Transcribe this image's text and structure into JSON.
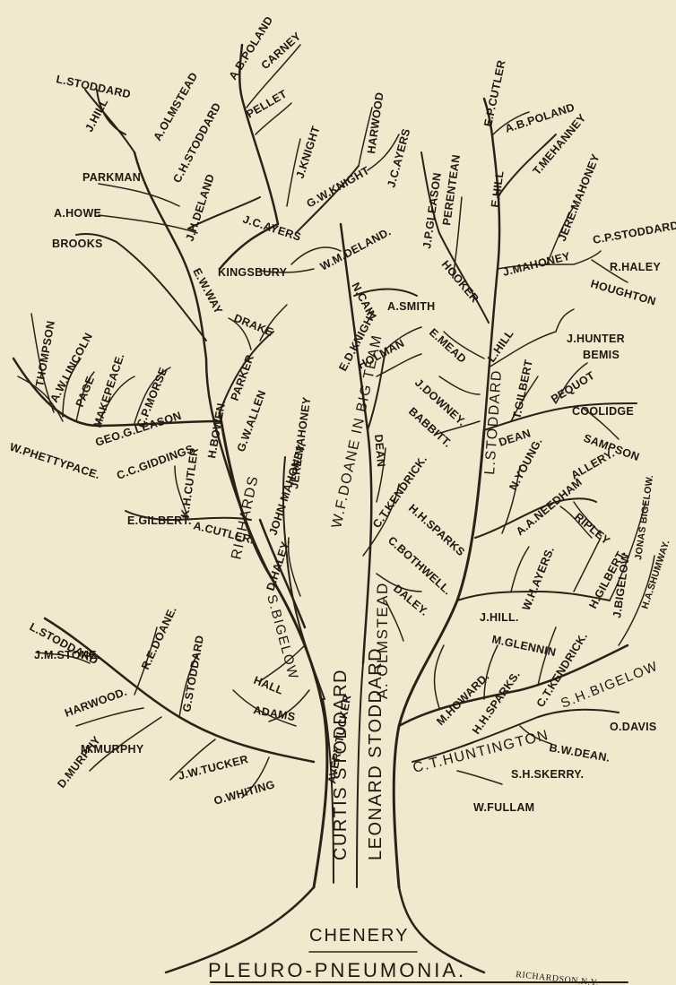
{
  "title": "PLEURO-PNEUMONIA.",
  "root": "CHENERY",
  "engraver": "RICHARDSON.N.Y.",
  "trunk_labels": {
    "curtis": "CURTIS STODDARD",
    "leonard": "LEONARD STODDARD",
    "avery": "AVERY TUCKER",
    "a_olmstead": "A. OLMSTEAD"
  },
  "names": {
    "l_stoddard_top": "L.STODDARD",
    "j_hill_top": "J.HILL",
    "a_olmstead_top": "A.OLMSTEAD",
    "ch_stoddard": "C.H.STODDARD",
    "ab_poland_top": "A.B.POLAND",
    "carney": "CARNEY",
    "pellet": "PELLET",
    "j_knight": "J.KNIGHT",
    "harwood_top": "HARWOOD",
    "jc_ayers_top": "J.C.AYERS",
    "parkman": "PARKMAN",
    "j_h_deland": "J.H.DELAND",
    "a_howe": "A.HOWE",
    "gw_knight": "G.W.KNIGHT",
    "brooks": "BROOKS",
    "jc_ayers_mid": "J.C.AYERS",
    "kingsbury": "KINGSBURY",
    "wm_deland": "W.M.DELAND.",
    "n_cain": "N.CAIN",
    "a_smith": "A.SMITH",
    "e_w_way": "E.W.WAY",
    "ed_knight": "E.D.KNIGHT",
    "holman": "HOLMAN",
    "drake": "DRAKE",
    "thompson": "THOMPSON",
    "aw_lincoln": "A.W.LINCOLN",
    "page": "PAGE",
    "makepeace": "MAKEPEACE.",
    "cp_morse": "C.P.MORSE",
    "parker": "PARKER",
    "h_bowen": "H.BOWEN.",
    "gw_allen": "G.W.ALLEN",
    "jere_mahoney_mid": "JERE.MAHONEY",
    "wf_doane": "W.F.DOANE IN BIG TEAM",
    "dean_mid": "DEAN",
    "geo_gleason": "GEO.G.LEASON",
    "w_phettypace": "W.PHETTYPACE.",
    "cc_giddings": "C.C.GIDDINGS",
    "kh_cutler": "K.H.CUTLER",
    "richards": "RICHARDS",
    "john_mahoney": "JOHN MAHONEY.",
    "ct_kendrick_mid": "C.T.KENDRICK.",
    "e_gilbert": "E.GILBERT.",
    "a_cutler": "A.CUTLER.",
    "d_haley": "D.HALEY.",
    "c_bothwell": "C.BOTHWELL.",
    "daley": "DALEY.",
    "s_bigelow_left": "S.BIGELOW",
    "l_stoddard_low": "L.STODDARD",
    "re_doane": "R.E.DOANE.",
    "jm_stone": "J.M.STONE.",
    "harwood_low": "HARWOOD.",
    "g_stoddard": "G.STODDARD",
    "m_murphy": "M.MURPHY",
    "d_murphy": "D.MURPHY",
    "hall": "HALL",
    "adams": "ADAMS",
    "jw_tucker": "J.W.TUCKER",
    "o_whiting": "O.WHITING",
    "ep_cutler": "E.P.CUTLER",
    "ab_poland_right": "A.B.POLAND",
    "t_mehanney": "T.MEHANNEY",
    "perentean": "PERENTEAN",
    "jp_gleason": "J.P.GLEASON",
    "e_hill": "E.HILL",
    "jere_mahoney_right": "JERE.MAHONEY",
    "cp_stoddard": "C.P.STODDARD",
    "r_haley": "R.HALEY",
    "hooker": "HOOKER",
    "j_mahoney": "J.MAHONEY",
    "houghton": "HOUGHTON",
    "e_mead": "E.MEAD",
    "l_hill": "L.HILL",
    "j_hunter": "J.HUNTER",
    "bemis": "BEMIS",
    "l_stoddard_right": "L.STODDARD",
    "j_downey": "J.DOWNEY.",
    "t_gilbert": "T.GILBERT",
    "pequot": "PEQUOT",
    "coolidge": "COOLIDGE",
    "babbitt": "BABBITT.",
    "dean_right": "DEAN",
    "sampson": "SAMPSON",
    "jonas_bigelow": "JONAS BIGELOW.",
    "hh_sparks_mid": "H.H.SPARKS",
    "n_young": "N.YOUNG.",
    "a_needham": "A.A.NEEDHAM",
    "allery": "ALLERY.",
    "ripley": "RIPLEY",
    "ha_shumway": "H.A.SHUMWAY.",
    "wh_ayers": "W.H.AYERS.",
    "h_gilbert": "H.GILBERT.",
    "j_bigelow": "J.BIGELOW",
    "j_hill_right": "J.HILL.",
    "m_glennin": "M.GLENNIN",
    "ct_kendrick_right": "C.T.KENDRICK.",
    "m_howard": "M.HOWARD.",
    "hh_sparks_low": "H.H.SPARKS.",
    "sh_bigelow": "S.H.BIGELOW",
    "o_davis": "O.DAVIS",
    "ct_huntington": "C.T.HUNTINGTON",
    "bw_dean": "B.W.DEAN.",
    "sh_skerry": "S.H.SKERRY.",
    "w_fullam": "W.FULLAM"
  }
}
